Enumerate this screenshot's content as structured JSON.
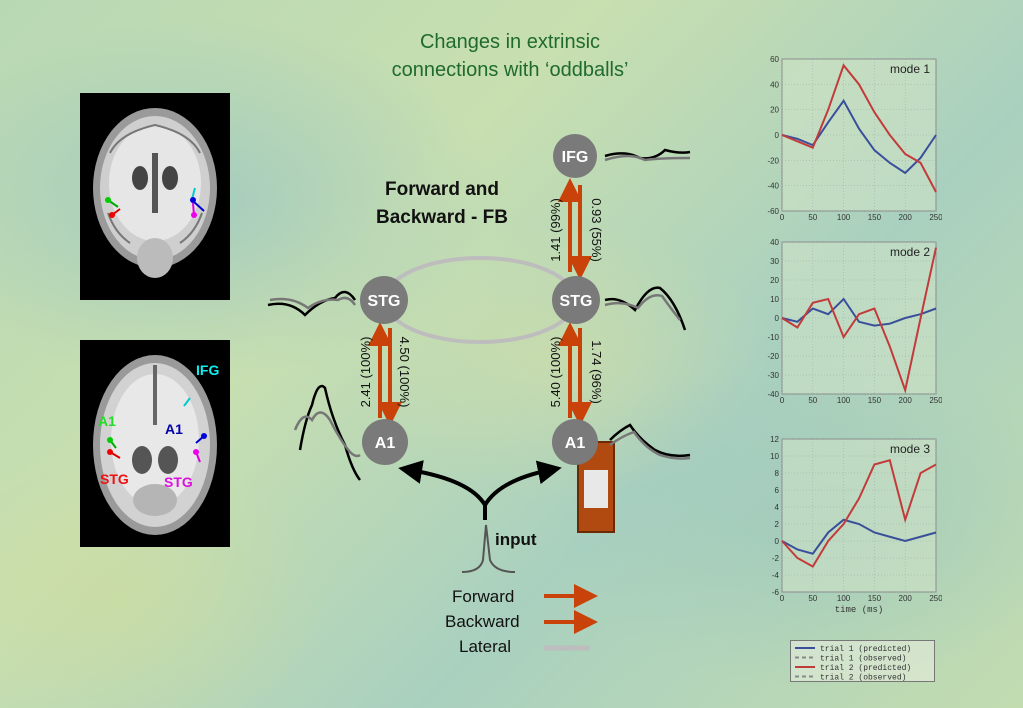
{
  "title_line1": "Changes in extrinsic",
  "title_line2": "connections with ‘oddballs’",
  "fb_label_line1": "Forward and",
  "fb_label_line2": "Backward - FB",
  "nodes": {
    "ifg": "IFG",
    "stg_left": "STG",
    "stg_right": "STG",
    "a1_left": "A1",
    "a1_right": "A1"
  },
  "connections": {
    "ifg_stg_forward": "1.41 (99%)",
    "ifg_stg_backward": "0.93 (55%)",
    "left_a1_stg_forward": "2.41 (100%)",
    "left_a1_stg_backward": "4.50 (100%)",
    "right_a1_stg_forward": "5.40 (100%)",
    "right_a1_stg_backward": "1.74 (96%)"
  },
  "input_label": "input",
  "legend": {
    "forward": "Forward",
    "backward": "Backward",
    "lateral": "Lateral"
  },
  "brain_labels": {
    "ifg": "IFG",
    "a1_left": "A1",
    "a1_right": "A1",
    "stg_left": "STG",
    "stg_right": "STG"
  },
  "colors": {
    "title_green": "#1f6b2f",
    "node_gray": "#7a7a7a",
    "arrow_orange": "#c8420a",
    "lateral_gray": "#bdbdbd",
    "predicted_blue": "#3a4f9a",
    "predicted_red": "#c23b3b"
  },
  "chart_data": [
    {
      "type": "line",
      "title": "mode 1",
      "x": [
        0,
        25,
        50,
        75,
        100,
        125,
        150,
        175,
        200,
        225,
        250
      ],
      "xticks": [
        "0",
        "50",
        "100",
        "150",
        "200",
        "250"
      ],
      "yticks": [
        "60",
        "40",
        "20",
        "0",
        "-20",
        "-40",
        "-60"
      ],
      "xlim": [
        0,
        250
      ],
      "ylim": [
        -60,
        60
      ],
      "series": [
        {
          "name": "trial 1 (predicted)",
          "color": "#3a4f9a",
          "values": [
            0,
            -3,
            -8,
            10,
            27,
            5,
            -12,
            -22,
            -30,
            -18,
            0
          ]
        },
        {
          "name": "trial 2 (predicted)",
          "color": "#c23b3b",
          "values": [
            0,
            -5,
            -10,
            20,
            55,
            40,
            18,
            0,
            -15,
            -22,
            -45
          ]
        }
      ]
    },
    {
      "type": "line",
      "title": "mode 2",
      "x": [
        0,
        25,
        50,
        75,
        100,
        125,
        150,
        175,
        200,
        225,
        250
      ],
      "xticks": [
        "0",
        "50",
        "100",
        "150",
        "200",
        "250"
      ],
      "yticks": [
        "40",
        "30",
        "20",
        "10",
        "0",
        "-10",
        "-20",
        "-30",
        "-40"
      ],
      "xlim": [
        0,
        250
      ],
      "ylim": [
        -40,
        40
      ],
      "series": [
        {
          "name": "trial 1 (predicted)",
          "color": "#3a4f9a",
          "values": [
            0,
            -2,
            5,
            2,
            10,
            -2,
            -4,
            -3,
            0,
            2,
            5
          ]
        },
        {
          "name": "trial 2 (predicted)",
          "color": "#c23b3b",
          "values": [
            0,
            -5,
            8,
            10,
            -10,
            2,
            5,
            -15,
            -38,
            0,
            37
          ]
        }
      ]
    },
    {
      "type": "line",
      "title": "mode 3",
      "xlabel": "time (ms)",
      "x": [
        0,
        25,
        50,
        75,
        100,
        125,
        150,
        175,
        200,
        225,
        250
      ],
      "xticks": [
        "0",
        "50",
        "100",
        "150",
        "200",
        "250"
      ],
      "yticks": [
        "12",
        "10",
        "8",
        "6",
        "4",
        "2",
        "0",
        "-2",
        "-4",
        "-6"
      ],
      "xlim": [
        0,
        250
      ],
      "ylim": [
        -6,
        12
      ],
      "series": [
        {
          "name": "trial 1 (predicted)",
          "color": "#3a4f9a",
          "values": [
            0,
            -1,
            -1.5,
            1,
            2.5,
            2,
            1,
            0.5,
            0,
            0.5,
            1
          ]
        },
        {
          "name": "trial 2 (predicted)",
          "color": "#c23b3b",
          "values": [
            0,
            -2,
            -3,
            0,
            2,
            5,
            9,
            9.5,
            2.5,
            8,
            9
          ]
        }
      ]
    }
  ],
  "chart_legend": [
    {
      "label": "trial 1 (predicted)",
      "color": "#3a4f9a",
      "dash": false
    },
    {
      "label": "trial 1 (observed)",
      "color": "#888888",
      "dash": true
    },
    {
      "label": "trial 2 (predicted)",
      "color": "#c23b3b",
      "dash": false
    },
    {
      "label": "trial 2 (observed)",
      "color": "#888888",
      "dash": true
    }
  ]
}
